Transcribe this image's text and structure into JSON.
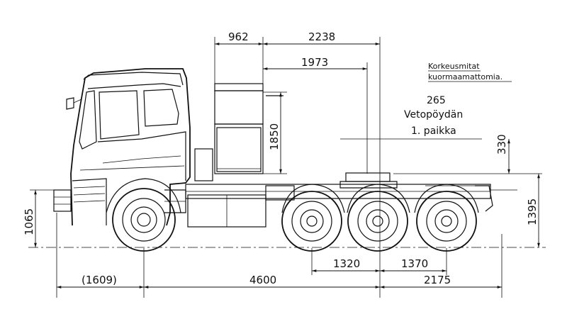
{
  "dimensions": {
    "cab_to_tower": "962",
    "tower_to_rear_axle": "2238",
    "to_fifth_wheel": "1973",
    "tower_height": "1850",
    "fifth_wheel_height": "330",
    "frame_height": "1065",
    "total_height": "1395",
    "axle_spacing_1": "1320",
    "axle_spacing_2": "1370",
    "front_overhang": "(1609)",
    "wheelbase": "4600",
    "rear_overhang": "2175"
  },
  "notes": {
    "height_note_line1": "Korkeusmitat",
    "height_note_line2": "kuormaamattomia.",
    "fifth_wheel_value": "265",
    "fifth_wheel_label1": "Vetopöydän",
    "fifth_wheel_label2": "1. paikka"
  }
}
